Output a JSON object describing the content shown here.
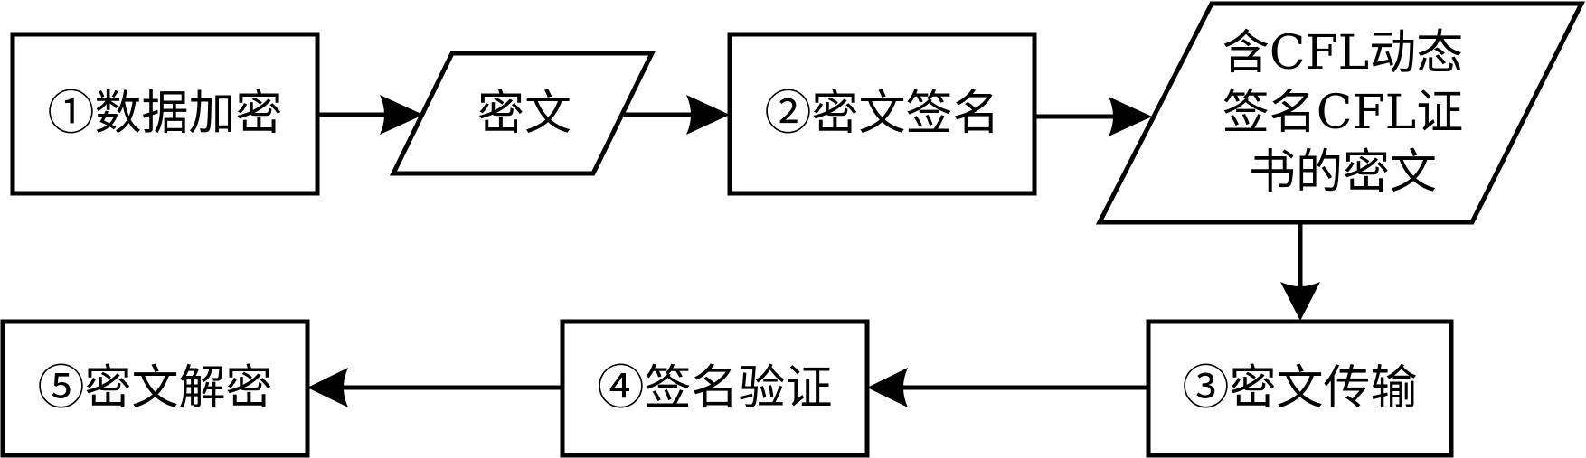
{
  "diagram": {
    "type": "flowchart",
    "nodes": [
      {
        "id": "step1",
        "shape": "rectangle",
        "label": "①数据加密"
      },
      {
        "id": "cipher1",
        "shape": "parallelogram",
        "label": "密文"
      },
      {
        "id": "step2",
        "shape": "rectangle",
        "label": "②密文签名"
      },
      {
        "id": "cipher2",
        "shape": "parallelogram",
        "lines": [
          "含CFL动态",
          "签名CFL证",
          "书的密文"
        ]
      },
      {
        "id": "step3",
        "shape": "rectangle",
        "label": "③密文传输"
      },
      {
        "id": "step4",
        "shape": "rectangle",
        "label": "④签名验证"
      },
      {
        "id": "step5",
        "shape": "rectangle",
        "label": "⑤密文解密"
      }
    ],
    "edges": [
      {
        "from": "step1",
        "to": "cipher1"
      },
      {
        "from": "cipher1",
        "to": "step2"
      },
      {
        "from": "step2",
        "to": "cipher2"
      },
      {
        "from": "cipher2",
        "to": "step3"
      },
      {
        "from": "step3",
        "to": "step4"
      },
      {
        "from": "step4",
        "to": "step5"
      }
    ],
    "colors": {
      "stroke": "#000000",
      "fill": "#ffffff",
      "text": "#000000"
    }
  }
}
